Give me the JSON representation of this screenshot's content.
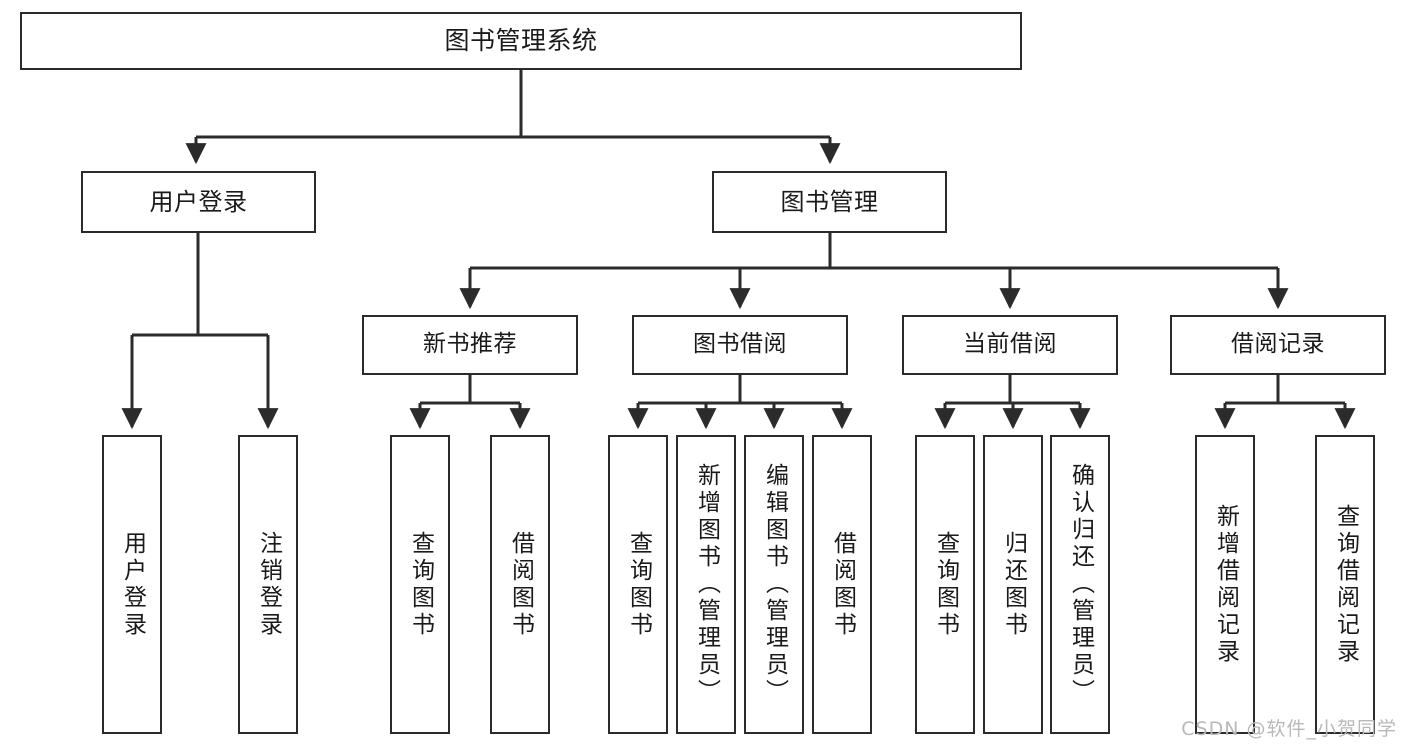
{
  "diagram": {
    "title": "图书管理系统",
    "watermark": "CSDN @软件_小贺同学",
    "colors": {
      "stroke": "#2b2b2b",
      "fill": "#ffffff",
      "text": "#1a1a1a",
      "watermark": "#b9b9b9"
    },
    "nodes": {
      "root": {
        "label": "图书管理系统"
      },
      "level2": [
        {
          "id": "user-login",
          "label": "用户登录"
        },
        {
          "id": "book-management",
          "label": "图书管理"
        }
      ],
      "level3": [
        {
          "id": "new-book-recommend",
          "label": "新书推荐"
        },
        {
          "id": "book-borrow",
          "label": "图书借阅"
        },
        {
          "id": "current-borrow",
          "label": "当前借阅"
        },
        {
          "id": "borrow-record",
          "label": "借阅记录"
        }
      ],
      "leaves": {
        "user_login": [
          {
            "id": "leaf-user-login",
            "label": "用户登录"
          },
          {
            "id": "leaf-logout-login",
            "label": "注销登录"
          }
        ],
        "new_book_recommend": [
          {
            "id": "leaf-query-book-1",
            "label": "查询图书"
          },
          {
            "id": "leaf-borrow-book-1",
            "label": "借阅图书"
          }
        ],
        "book_borrow": [
          {
            "id": "leaf-query-book-2",
            "label": "查询图书"
          },
          {
            "id": "leaf-add-book-admin",
            "label": "新增图书（管理员）"
          },
          {
            "id": "leaf-edit-book-admin",
            "label": "编辑图书（管理员）"
          },
          {
            "id": "leaf-borrow-book-2",
            "label": "借阅图书"
          }
        ],
        "current_borrow": [
          {
            "id": "leaf-query-book-3",
            "label": "查询图书"
          },
          {
            "id": "leaf-return-book",
            "label": "归还图书"
          },
          {
            "id": "leaf-confirm-return-admin",
            "label": "确认归还（管理员）"
          }
        ],
        "borrow_record": [
          {
            "id": "leaf-add-borrow-record",
            "label": "新增借阅记录"
          },
          {
            "id": "leaf-query-borrow-record",
            "label": "查询借阅记录"
          }
        ]
      }
    }
  }
}
